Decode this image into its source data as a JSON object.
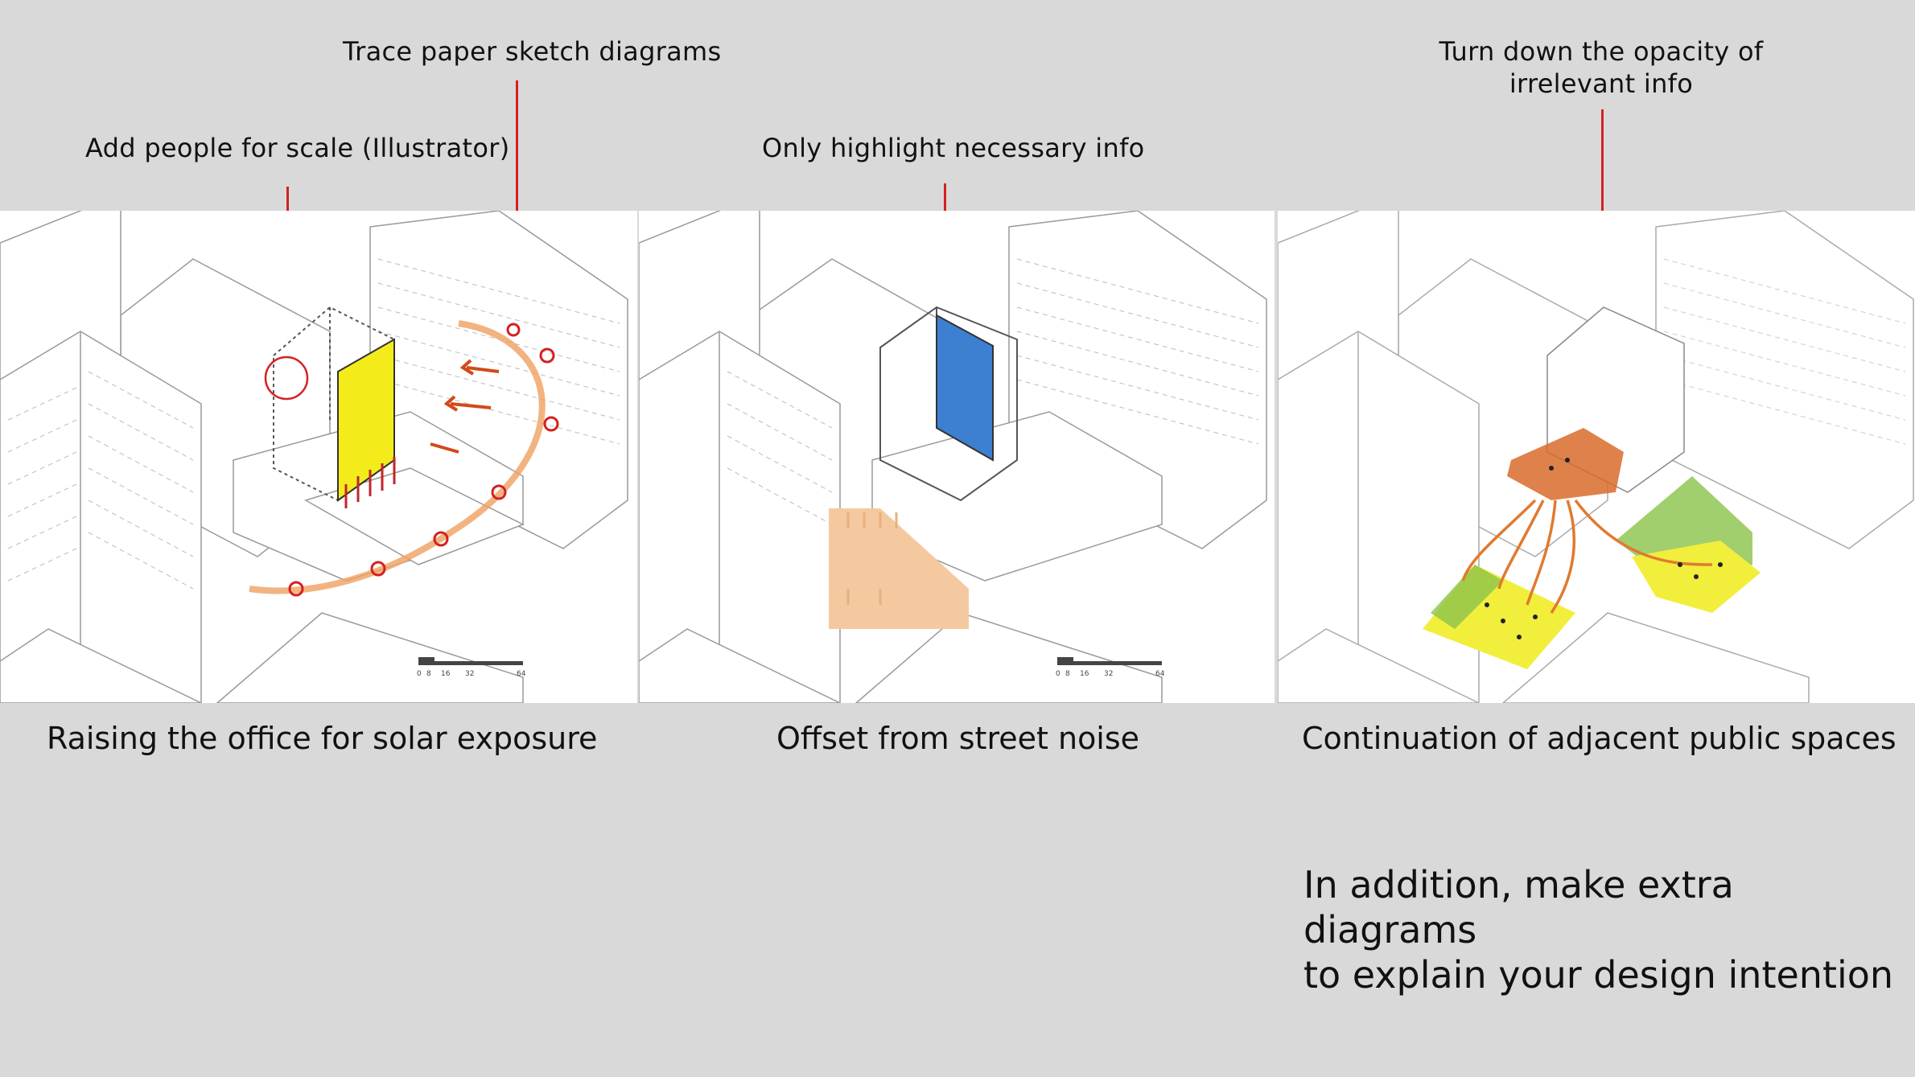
{
  "annotations": {
    "trace_paper": "Trace paper sketch diagrams",
    "add_people": "Add people for scale (Illustrator)",
    "highlight": "Only highlight necessary info",
    "opacity_line1": "Turn down the opacity of",
    "opacity_line2": "irrelevant info"
  },
  "captions": {
    "panel1": "Raising the office for solar exposure",
    "panel2": "Offset from street noise",
    "panel3": "Continuation of adjacent public spaces"
  },
  "extra_note": {
    "line1": "In addition, make extra diagrams",
    "line2": "to explain your design intention"
  },
  "scale_bar": {
    "ticks": [
      "0",
      "8",
      "16",
      "32",
      "64"
    ]
  },
  "colors": {
    "background": "#d9d9d9",
    "leader_line": "#d62020",
    "solar_panel": "#f4ec1a",
    "noise_panel": "#3d7fd0",
    "public_space": "#f2ee3c",
    "terrace": "#d96b2c",
    "sun_path": "#f0a060",
    "street_offset": "#f5c9a0"
  }
}
